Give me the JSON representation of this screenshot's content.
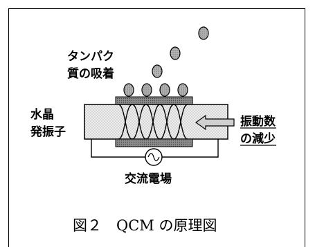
{
  "labels": {
    "protein_line1": "タンパク",
    "protein_line2": "質の吸着",
    "crystal_line1": "水晶",
    "crystal_line2": "発振子",
    "vibration_line1": "振動数",
    "vibration_line2": "の減少",
    "ac_field": "交流電場"
  },
  "caption": "図２　QCM の原理図",
  "icons": {
    "ac_source": "ac-source-icon",
    "arrow": "left-arrow-icon",
    "protein": "protein-particle-icon"
  },
  "colors": {
    "crystal_fill": "#e6e6e6",
    "electrode_fill": "#8c8c8c",
    "particle_fill": "#b5b5b5",
    "arrow_fill": "#d0d0d0"
  }
}
